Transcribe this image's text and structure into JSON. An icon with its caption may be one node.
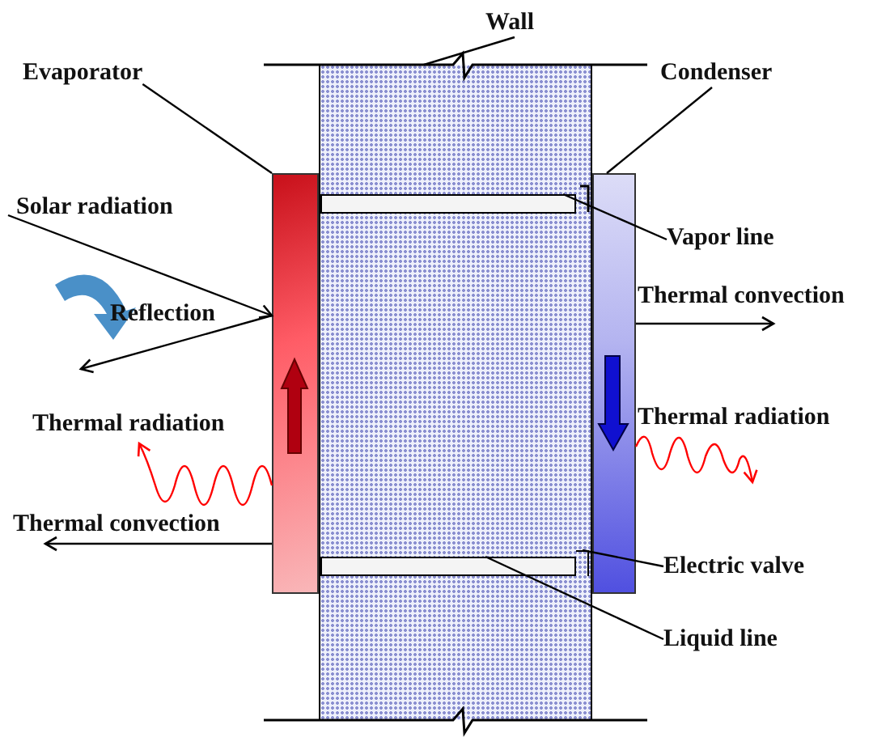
{
  "diagram": {
    "nodes": [
      {
        "text": [
          "Wall"
        ]
      },
      {
        "text": [],
        "shape": "box"
      },
      {
        "text": [
          "Evaporator"
        ]
      },
      {
        "text": [],
        "shape": "box"
      },
      {
        "text": [
          "Condenser"
        ]
      },
      {
        "text": [],
        "shape": "box"
      },
      {
        "text": [
          "Vapor line"
        ]
      },
      {
        "text": [],
        "shape": "box",
        "in": 1
      },
      {
        "text": [
          "Electric valve"
        ]
      },
      {
        "text": [],
        "shape": "box",
        "in": 1
      },
      {
        "text": [
          "Liquid line"
        ]
      },
      {
        "text": [],
        "shape": "box",
        "in": 1
      }
    ],
    "edges": [
      {
        "from": 0,
        "to": 1,
        "arrow": "none"
      },
      {
        "from": 2,
        "to": 3,
        "arrow": "none"
      },
      {
        "from": 4,
        "to": 5,
        "arrow": "none"
      },
      {
        "from": 6,
        "to": 7,
        "arrow": "none"
      },
      {
        "from": 8,
        "to": 9,
        "arrow": "none"
      },
      {
        "from": 10,
        "to": 11,
        "arrow": "none"
      },
      {
        "from": null,
        "to": 3,
        "arrow": "to",
        "label": "Solar radiation"
      },
      {
        "from": 3,
        "to": null,
        "arrow": "to",
        "label": "Reflection"
      },
      {
        "from": 3,
        "to": null,
        "arrow": "to",
        "label": "Thermal radiation",
        "color": "#ff0000"
      },
      {
        "from": 3,
        "to": null,
        "arrow": "to",
        "label": "Thermal convection"
      },
      {
        "from": 5,
        "to": null,
        "arrow": "to",
        "label": "Thermal convection"
      },
      {
        "from": 5,
        "to": null,
        "arrow": "to",
        "label": "Thermal radiation",
        "color": "#ff0000"
      }
    ]
  }
}
